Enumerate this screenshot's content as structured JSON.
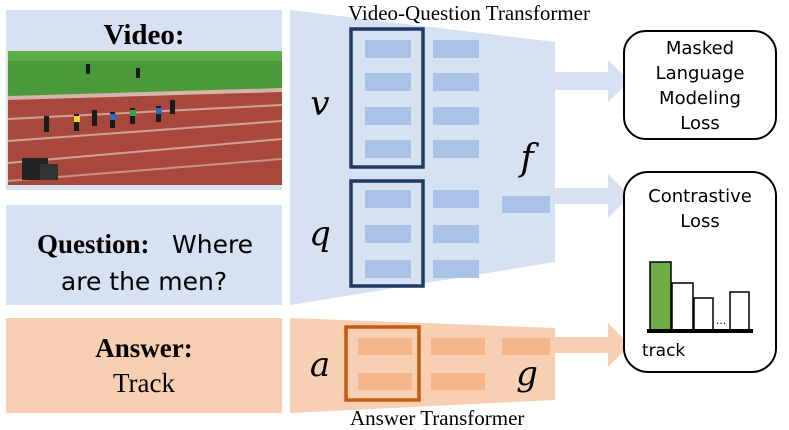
{
  "left_panel": {
    "video_heading": "Video:",
    "question_heading": "Question:",
    "question_text_line1": "Where",
    "question_text_line2": "are the men?",
    "answer_heading": "Answer:",
    "answer_text": "Track"
  },
  "transformers": {
    "video_question_title": "Video-Question Transformer",
    "answer_title": "Answer Transformer"
  },
  "symbols": {
    "video": "v",
    "question": "q",
    "answer": "a",
    "fused": "f",
    "answer_embedding": "g"
  },
  "losses": {
    "mlm_line1": "Masked",
    "mlm_line2": "Language",
    "mlm_line3": "Modeling",
    "mlm_line4": "Loss",
    "contrastive_line1": "Contrastive",
    "contrastive_line2": "Loss",
    "bar_ellipsis": "...",
    "bar_label": "track"
  },
  "colors": {
    "blue_fill": "#d6e1f1",
    "blue_token": "#a9c2e5",
    "blue_border": "#1f3864",
    "orange_fill": "#f8cfb2",
    "orange_token": "#f3b58a",
    "orange_border": "#c55a11",
    "green_bar": "#70ad47"
  }
}
